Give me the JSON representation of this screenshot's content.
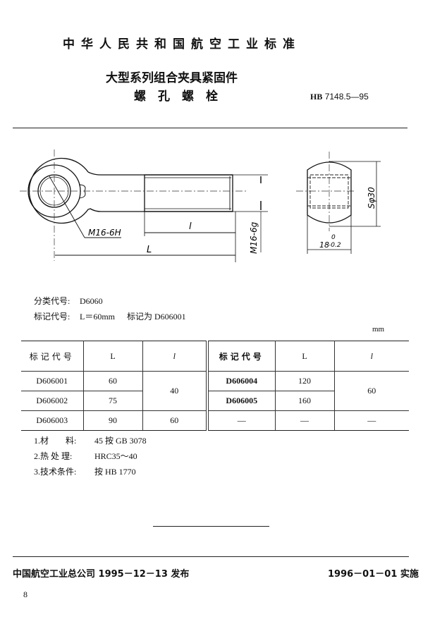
{
  "header": {
    "standard_body": "中华人民共和国航空工业标准",
    "series_title": "大型系列组合夹具紧固件",
    "part_name": "螺孔螺栓",
    "standard_code_prefix": "HB",
    "standard_code": "7148.5—95"
  },
  "drawing": {
    "front_view": {
      "internal_thread": "M16-6H",
      "external_thread": "M16-6g",
      "dim_thread_length": "l",
      "dim_total_length": "L"
    },
    "side_view": {
      "sphere_diameter": "Sφ30",
      "width_nominal": "18",
      "width_tol_upper": "0",
      "width_tol_lower": "-0.2"
    }
  },
  "info": {
    "classification_label": "分类代号:",
    "classification_value": "D6060",
    "marking_label": "标记代号:",
    "marking_example": "L＝60mm",
    "marking_result": "标记为 D606001"
  },
  "table": {
    "unit": "mm",
    "headers": [
      "标记代号",
      "L",
      "l",
      "标记代号",
      "L",
      "l"
    ],
    "rows": [
      {
        "code_a": "D606001",
        "L_a": "60",
        "l_a": "40",
        "code_b": "D606004",
        "L_b": "120",
        "l_b": "60"
      },
      {
        "code_a": "D606002",
        "L_a": "75",
        "code_b": "D606005",
        "L_b": "160"
      },
      {
        "code_a": "D606003",
        "L_a": "90",
        "l_a": "60",
        "code_b": "—",
        "L_b": "—",
        "l_b": "—"
      }
    ]
  },
  "notes": [
    {
      "label": "1.材　　料:",
      "value": "45 按 GB 3078"
    },
    {
      "label": "2.热 处 理:",
      "value": "HRC35～40"
    },
    {
      "label": "3.技术条件:",
      "value": "按 HB 1770"
    }
  ],
  "footer": {
    "issued": "中国航空工业总公司 1995－12－13 发布",
    "effective": "1996－01－01 实施",
    "page_number": "8"
  }
}
